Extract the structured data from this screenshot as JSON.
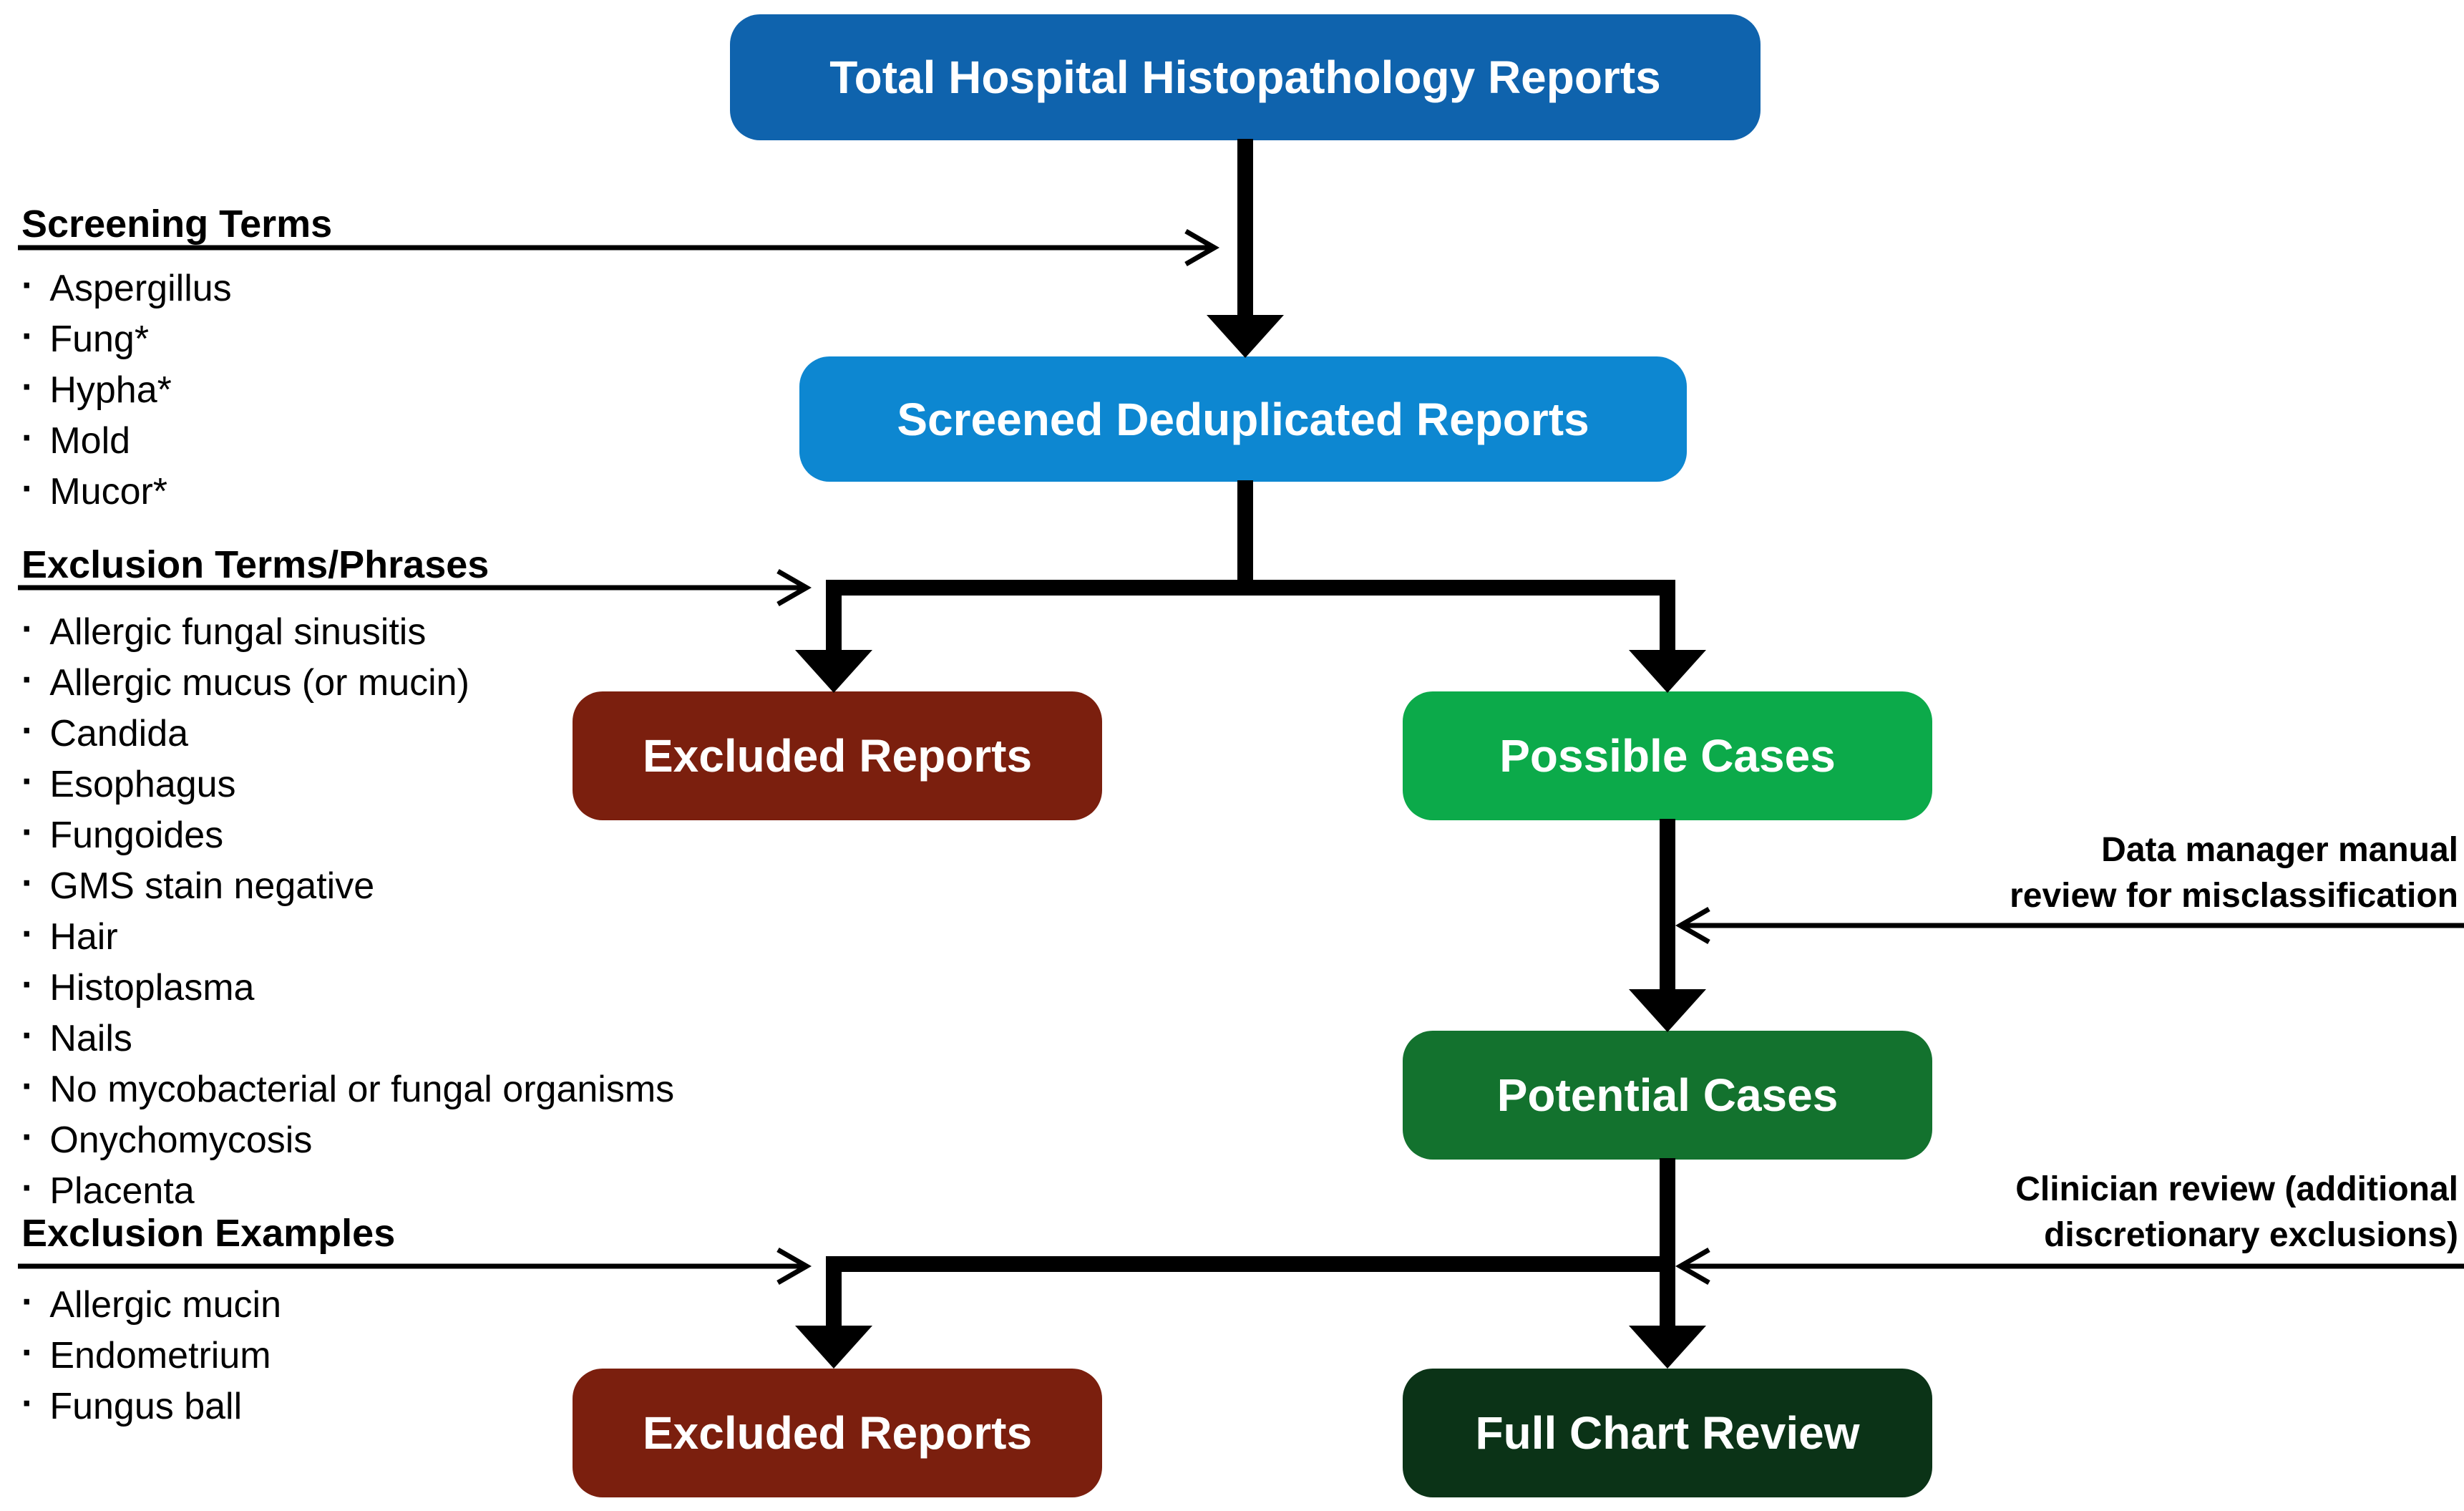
{
  "diagram": {
    "bullet": "·",
    "boxes": {
      "total": {
        "label": "Total Hospital Histopathology Reports",
        "color": "#0f63ad"
      },
      "screened": {
        "label": "Screened Deduplicated Reports",
        "color": "#0d87d1"
      },
      "excluded1": {
        "label": "Excluded Reports",
        "color": "#7b1f0e"
      },
      "possible": {
        "label": "Possible Cases",
        "color": "#0caa4a"
      },
      "potential": {
        "label": "Potential Cases",
        "color": "#13722e"
      },
      "excluded2": {
        "label": "Excluded Reports",
        "color": "#7b1f0e"
      },
      "full_chart": {
        "label": "Full Chart Review",
        "color": "#0b3317"
      }
    },
    "left_column": {
      "screening": {
        "heading": "Screening Terms",
        "items": [
          "Aspergillus",
          "Fung*",
          "Hypha*",
          "Mold",
          "Mucor*"
        ]
      },
      "exclusion_terms": {
        "heading": "Exclusion Terms/Phrases",
        "items": [
          "Allergic fungal sinusitis",
          "Allergic mucus (or mucin)",
          "Candida",
          "Esophagus",
          "Fungoides",
          "GMS stain negative",
          "Hair",
          "Histoplasma",
          "Nails",
          "No mycobacterial or fungal organisms",
          "Onychomycosis",
          "Placenta"
        ]
      },
      "exclusion_examples": {
        "heading": "Exclusion Examples",
        "items": [
          "Allergic mucin",
          "Endometrium",
          "Fungus ball"
        ]
      }
    },
    "right_notes": {
      "data_manager": {
        "line1": "Data manager manual",
        "line2": "review for misclassification"
      },
      "clinician": {
        "line1": "Clinician review (additional",
        "line2": "discretionary exclusions)"
      }
    },
    "line_color": "#000000"
  }
}
